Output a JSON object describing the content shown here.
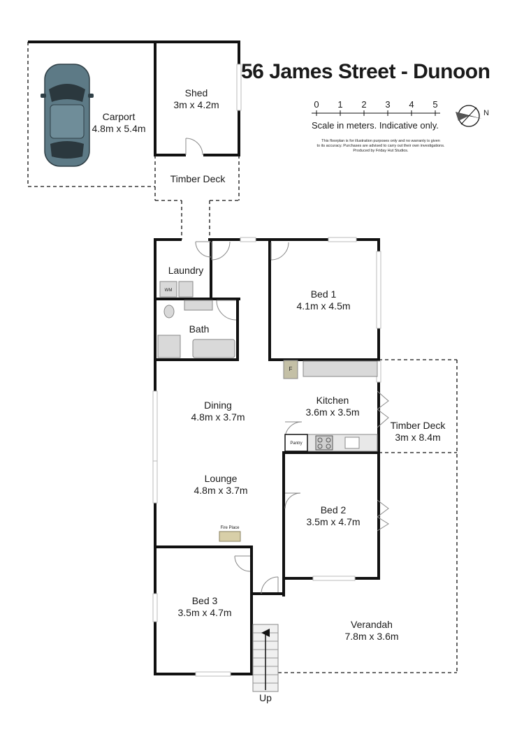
{
  "title": "56 James Street - Dunoon",
  "scale": {
    "ticks": [
      "0",
      "1",
      "2",
      "3",
      "4",
      "5"
    ],
    "caption": "Scale in meters. Indicative only."
  },
  "disclaimer": {
    "line1": "This floorplan is for illustration purposes only and no warranty is given",
    "line2": "to its accuracy. Purchases are advised to carry out their own investigations.",
    "line3": "Produced by Friday Hut Studios."
  },
  "compass": {
    "north_label": "N"
  },
  "rooms": {
    "carport": {
      "name": "Carport",
      "size": "4.8m x 5.4m"
    },
    "shed": {
      "name": "Shed",
      "size": "3m x 4.2m"
    },
    "timber_deck_top": {
      "name": "Timber Deck"
    },
    "laundry": {
      "name": "Laundry",
      "wm": "WM"
    },
    "bath": {
      "name": "Bath"
    },
    "bed1": {
      "name": "Bed 1",
      "size": "4.1m x 4.5m"
    },
    "fridge": {
      "label": "F"
    },
    "dining": {
      "name": "Dining",
      "size": "4.8m x 3.7m"
    },
    "kitchen": {
      "name": "Kitchen",
      "size": "3.6m x 3.5m"
    },
    "pantry": {
      "name": "Pantry"
    },
    "timber_deck_right": {
      "name": "Timber Deck",
      "size": "3m x 8.4m"
    },
    "lounge": {
      "name": "Lounge",
      "size": "4.8m x 3.7m"
    },
    "fireplace": {
      "name": "Fire Place"
    },
    "bed2": {
      "name": "Bed 2",
      "size": "3.5m x 4.7m"
    },
    "bed3": {
      "name": "Bed 3",
      "size": "3.5m x 4.7m"
    },
    "verandah": {
      "name": "Verandah",
      "size": "7.8m x 3.6m"
    },
    "stairs": {
      "label": "Up"
    }
  },
  "colors": {
    "wall": "#111111",
    "fixture_fill": "#d9d9d9",
    "fixture_stroke": "#888888",
    "window": "#bbbbbb",
    "car_body": "#5d7a86",
    "fireplace": "#d8cfa8",
    "fridge": "#c4c0a6"
  }
}
